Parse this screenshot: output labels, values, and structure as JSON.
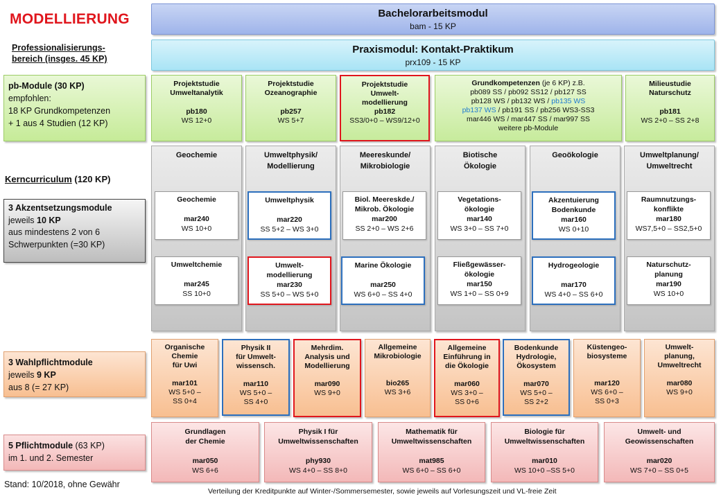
{
  "title": "MODELLIERUNG",
  "professional": "Professionalisierungs-bereich (insges. 45 KP)",
  "kern": {
    "label": "Kerncurriculum",
    "kp": " (120 KP)"
  },
  "stand": "Stand: 10/2018, ohne Gewähr",
  "footnote": "Verteilung der Kreditpunkte auf Winter-/Sommersemester, sowie jeweils auf Vorlesungszeit und VL-freie Zeit",
  "bam": {
    "title": "Bachelorarbeitsmodul",
    "sub": "bam - 15 KP"
  },
  "praxis": {
    "title": "Praxismodul: Kontakt-Praktikum",
    "sub": "prx109 - 15 KP"
  },
  "labels": {
    "pb": {
      "title": "pb-Module (30 KP)",
      "l1": "empfohlen:",
      "l2": "18 KP Grundkompetenzen",
      "l3": "+ 1 aus 4 Studien (12 KP)"
    },
    "akz": {
      "title": "3 Akzentsetzungsmodule",
      "l1a": "jeweils ",
      "l1b": "10 KP",
      "l2": "aus mindestens 2 von 6",
      "l3": "Schwerpunkten  (=30 KP)"
    },
    "wp": {
      "title": "3 Wahlpflichtmodule",
      "l1a": "jeweils ",
      "l1b": "9 KP",
      "l2": "aus 8 (= 27 KP)"
    },
    "pf": {
      "title": "5 Pflichtmodule",
      "t2": " (63 KP)",
      "l1": "im 1. und 2. Semester"
    }
  },
  "pb": [
    {
      "n1": "Projektstudie",
      "n2": "Umweltanalytik",
      "n3": "",
      "code": "pb180",
      "kp": "WS 12+0"
    },
    {
      "n1": "Projektstudie",
      "n2": "Ozeanographie",
      "n3": "",
      "code": "pb257",
      "kp": "WS 5+7"
    },
    {
      "n1": "Projektstudie",
      "n2": "Umwelt-",
      "n3": "modellierung",
      "code": "pb182",
      "kp": "SS3/0+0 – WS9/12+0"
    },
    {
      "n1": "Milieustudie",
      "n2": "Naturschutz",
      "n3": "",
      "code": "pb181",
      "kp": "WS 2+0 – SS 2+8"
    }
  ],
  "gk": {
    "title": "Grundkompetenzen",
    "title2": " (je 6 KP) z.B.",
    "l1": "pb089 SS / pb092 SS12 / pb127 SS",
    "l2a": "pb128  WS / pb132 WS / ",
    "l2b": "pb135 WS",
    "l3a": "pb137 WS",
    "l3b": " / pb191 SS / pb256 WS3-SS3",
    "l4": "mar446  WS / mar447 SS / mar997 SS",
    "l5": "weitere pb-Module"
  },
  "columns": [
    {
      "h1": "Geochemie",
      "h2": "",
      "c1": {
        "n1": "Geochemie",
        "n2": "",
        "code": "mar240",
        "kp": "WS 10+0"
      },
      "c2": {
        "n1": "Umweltchemie",
        "n2": "",
        "code": "mar245",
        "kp": "SS 10+0"
      }
    },
    {
      "h1": "Umweltphysik/",
      "h2": "Modellierung",
      "c1": {
        "n1": "Umweltphysik",
        "n2": "",
        "code": "mar220",
        "kp": "SS 5+2 – WS 3+0"
      },
      "c2": {
        "n1": "Umwelt-",
        "n2": "modellierung",
        "code": "mar230",
        "kp": "SS 5+0 – WS 5+0"
      }
    },
    {
      "h1": "Meereskunde/",
      "h2": "Mikrobiologie",
      "c1": {
        "n1": "Biol. Meereskde./",
        "n2": "Mikrob. Ökologie",
        "code": "mar200",
        "kp": "SS 2+0 – WS 2+6"
      },
      "c2": {
        "n1": "Marine Ökologie",
        "n2": "",
        "code": "mar250",
        "kp": "WS 6+0 – SS 4+0"
      }
    },
    {
      "h1": "Biotische",
      "h2": "Ökologie",
      "c1": {
        "n1": "Vegetations-",
        "n2": "ökologie",
        "code": "mar140",
        "kp": "WS 3+0 – SS 7+0"
      },
      "c2": {
        "n1": "Fließgewässer-",
        "n2": "ökologie",
        "code": "mar150",
        "kp": "WS 1+0 – SS 0+9"
      }
    },
    {
      "h1": "Geoökologie",
      "h2": "",
      "c1": {
        "n1": "Akzentuierung",
        "n2": "Bodenkunde",
        "code": "mar160",
        "kp": "WS 0+10"
      },
      "c2": {
        "n1": "Hydrogeologie",
        "n2": "",
        "code": "mar170",
        "kp": "WS 4+0 – SS 6+0"
      }
    },
    {
      "h1": "Umweltplanung/",
      "h2": "Umweltrecht",
      "c1": {
        "n1": "Raumnutzungs-",
        "n2": "konflikte",
        "code": "mar180",
        "kp": "WS7,5+0 – SS2,5+0"
      },
      "c2": {
        "n1": "Naturschutz-",
        "n2": "planung",
        "code": "mar190",
        "kp": "WS 10+0"
      }
    }
  ],
  "wahl": [
    {
      "n1": "Organische",
      "n2": "Chemie",
      "n3": "für Uwi",
      "code": "mar101",
      "kp1": "WS 5+0 –",
      "kp2": "SS 0+4"
    },
    {
      "n1": "Physik II",
      "n2": "für Umwelt-",
      "n3": "wissensch.",
      "code": "mar110",
      "kp1": "WS 5+0 –",
      "kp2": "SS 4+0"
    },
    {
      "n1": "Mehrdim.",
      "n2": "Analysis und",
      "n3": "Modellierung",
      "code": "mar090",
      "kp1": "WS 9+0",
      "kp2": ""
    },
    {
      "n1": "Allgemeine",
      "n2": "Mikrobiologie",
      "n3": "",
      "code": "bio265",
      "kp1": "WS 3+6",
      "kp2": ""
    },
    {
      "n1": "Allgemeine",
      "n2": "Einführung in",
      "n3": "die Ökologie",
      "code": "mar060",
      "kp1": "WS 3+0 –",
      "kp2": "SS 0+6"
    },
    {
      "n1": "Bodenkunde",
      "n2": "Hydrologie,",
      "n3": "Ökosystem",
      "code": "mar070",
      "kp1": "WS 5+0 –",
      "kp2": "SS 2+2"
    },
    {
      "n1": "Küstengeo-",
      "n2": "biosysteme",
      "n3": "",
      "code": "mar120",
      "kp1": "WS 6+0 –",
      "kp2": "SS 0+3"
    },
    {
      "n1": "Umwelt-",
      "n2": "planung,",
      "n3": "Umweltrecht",
      "code": "mar080",
      "kp1": "WS 9+0",
      "kp2": ""
    }
  ],
  "pflicht": [
    {
      "n1": "Grundlagen",
      "n2": "der Chemie",
      "code": "mar050",
      "kp": "WS 6+6"
    },
    {
      "n1": "Physik I  für",
      "n2": "Umweltwissenschaften",
      "code": "phy930",
      "kp": "WS 4+0 – SS 8+0"
    },
    {
      "n1": "Mathematik für",
      "n2": "Umweltwissenschaften",
      "code": "mat985",
      "kp": "WS 6+0 – SS 6+0"
    },
    {
      "n1": "Biologie für",
      "n2": "Umweltwissenschaften",
      "code": "mar010",
      "kp": "WS 10+0 –SS 5+0"
    },
    {
      "n1": "Umwelt- und",
      "n2": "Geowissenschaften",
      "code": "mar020",
      "kp": "WS 7+0 – SS 0+5"
    }
  ]
}
